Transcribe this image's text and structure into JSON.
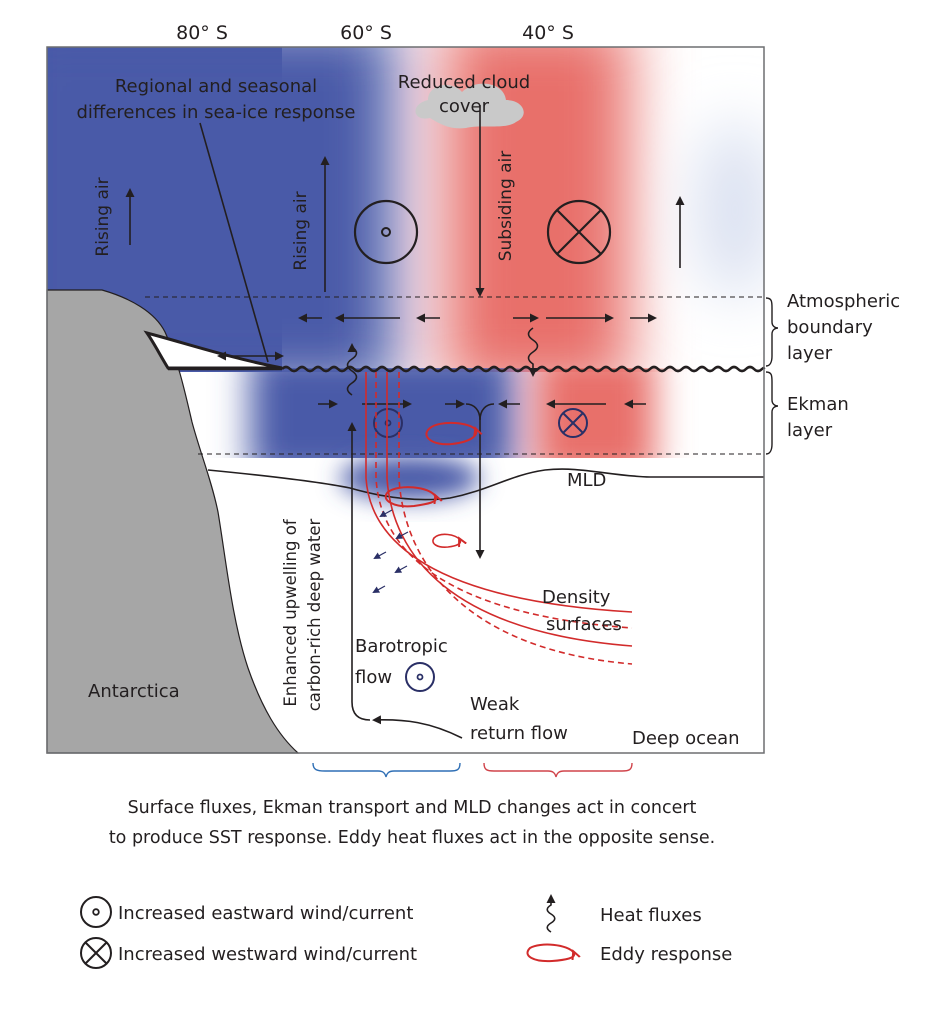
{
  "colors": {
    "cold": "#4a5aa8",
    "warm": "#e8706a",
    "land": "#a6a6a6",
    "red_line": "#d22b2b",
    "navy": "#2a2f66",
    "brace_blue": "#2f6fb5",
    "brace_red": "#d0434a"
  },
  "latitudes": [
    "80° S",
    "60° S",
    "40° S"
  ],
  "labels": {
    "sea_ice": [
      "Regional and seasonal",
      "differences in sea-ice response"
    ],
    "cloud": [
      "Reduced cloud",
      "cover"
    ],
    "rising_air_left": "Rising air",
    "rising_air_mid": "Rising air",
    "subsiding_air": "Subsiding air",
    "abl": [
      "Atmospheric",
      "boundary",
      "layer"
    ],
    "ekman": [
      "Ekman",
      "layer"
    ],
    "mld": "MLD",
    "upwelling": [
      "Enhanced upwelling of",
      "carbon-rich deep water"
    ],
    "density": [
      "Density",
      "surfaces"
    ],
    "barotropic": [
      "Barotropic",
      "flow"
    ],
    "return_flow": [
      "Weak",
      "return flow"
    ],
    "antarctica": "Antarctica",
    "deep_ocean": "Deep ocean"
  },
  "caption": [
    "Surface fluxes, Ekman transport and MLD changes act in concert",
    "to produce SST response. Eddy heat fluxes act in the opposite sense."
  ],
  "legend": {
    "eastward": "Increased eastward wind/current",
    "westward": "Increased westward wind/current",
    "heat": "Heat fluxes",
    "eddy": "Eddy response"
  }
}
